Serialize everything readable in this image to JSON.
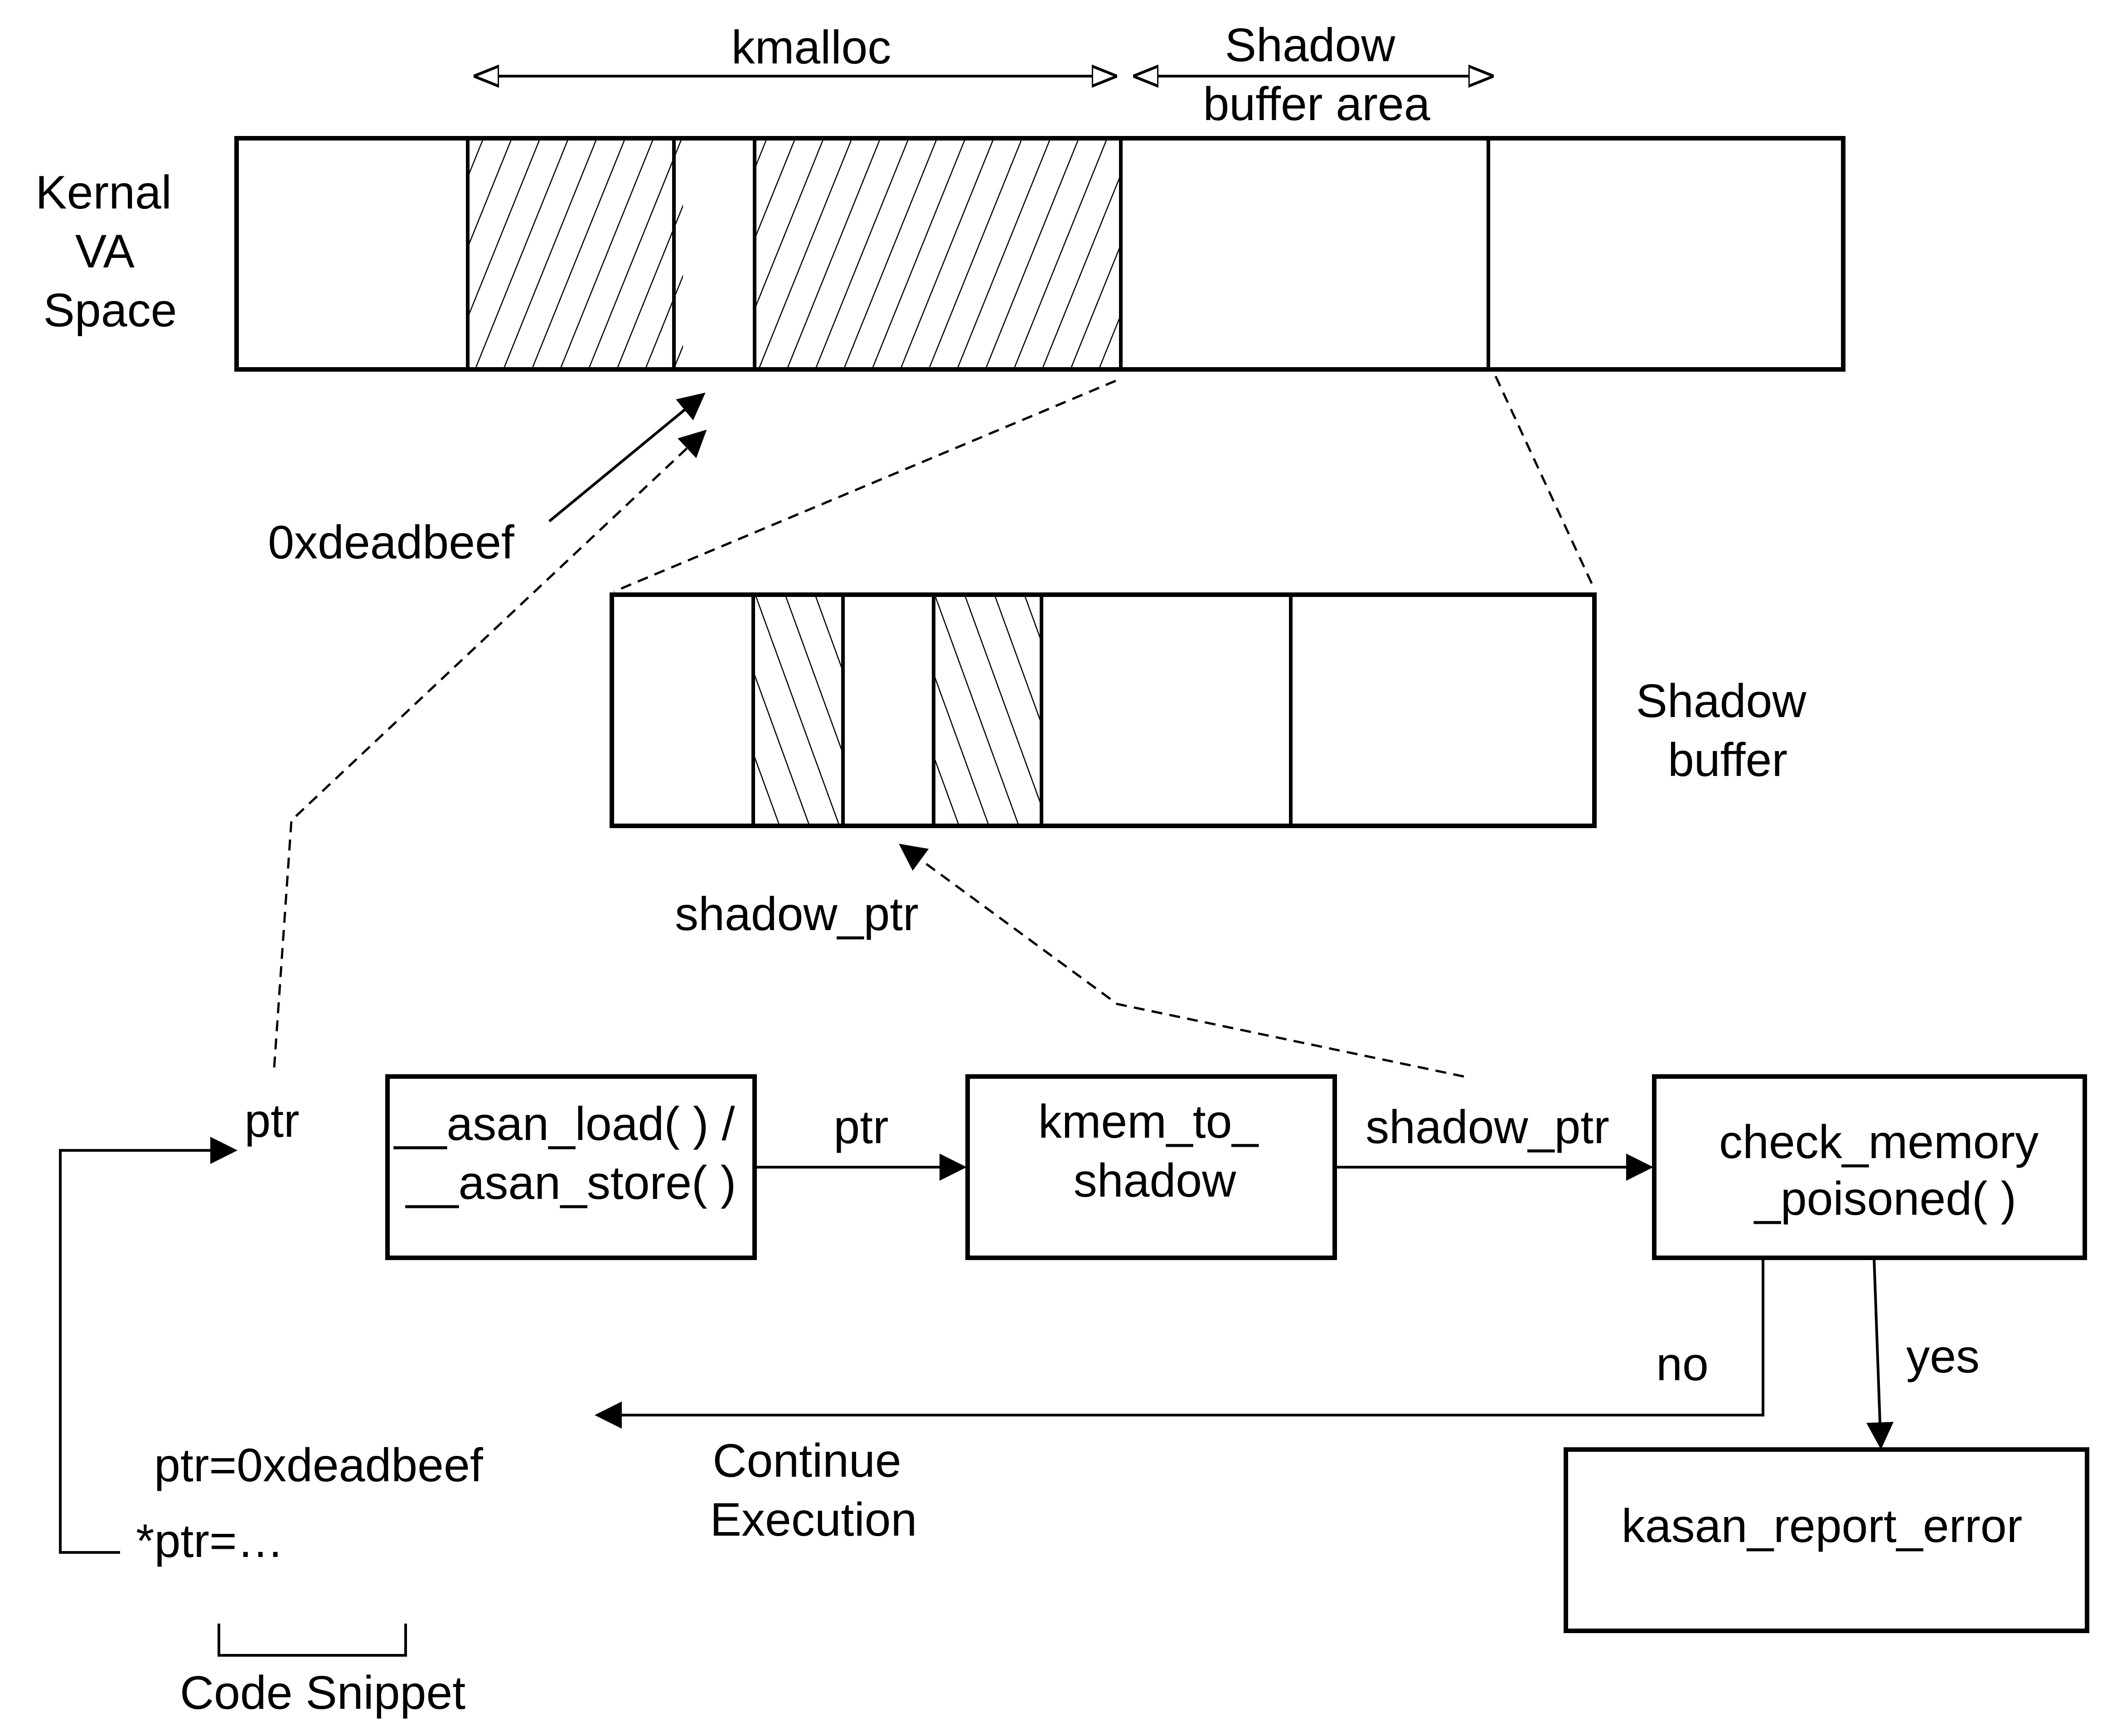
{
  "labels": {
    "kernel_va_space": [
      "Kernal",
      "VA",
      "Space"
    ],
    "kmalloc": "kmalloc",
    "shadow_buffer_area": [
      "Shadow",
      "buffer area"
    ],
    "shadow_buffer": [
      "Shadow",
      "buffer"
    ],
    "deadbeef_arrow": "0xdeadbeef",
    "shadow_ptr_arrow": "shadow_ptr",
    "ptr_target": "ptr",
    "edge_ptr": "ptr",
    "edge_shadow_ptr": "shadow_ptr",
    "no": "no",
    "yes": "yes",
    "continue_execution": [
      "Continue",
      "Execution"
    ],
    "code_snippet": "Code Snippet"
  },
  "boxes": {
    "asan": [
      "__asan_load( ) /",
      "__asan_store( )"
    ],
    "kmem_to_shadow": [
      "kmem_to_",
      "shadow"
    ],
    "check_memory_poisoned": [
      "check_memory",
      "_poisoned( )"
    ],
    "kasan_report_error": "kasan_report_error"
  },
  "code": {
    "line1": "ptr=0xdeadbeef",
    "line2": "*ptr=…"
  }
}
